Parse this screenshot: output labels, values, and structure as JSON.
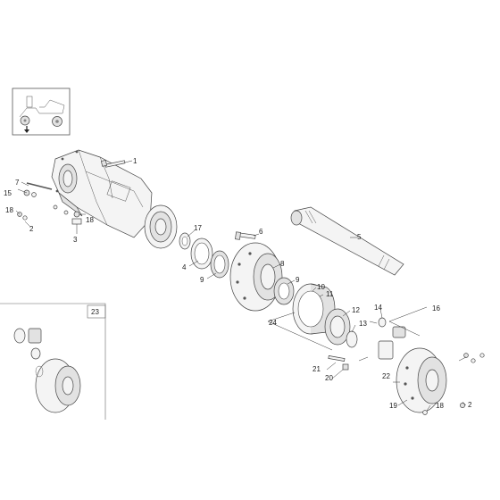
{
  "diagram": {
    "inset_label": "23",
    "callouts": [
      {
        "id": "c1",
        "text": "1"
      },
      {
        "id": "c2a",
        "text": "2"
      },
      {
        "id": "c2b",
        "text": "2"
      },
      {
        "id": "c3",
        "text": "3"
      },
      {
        "id": "c4",
        "text": "4"
      },
      {
        "id": "c5",
        "text": "5"
      },
      {
        "id": "c6",
        "text": "6"
      },
      {
        "id": "c7",
        "text": "7"
      },
      {
        "id": "c8",
        "text": "8"
      },
      {
        "id": "c9a",
        "text": "9"
      },
      {
        "id": "c9b",
        "text": "9"
      },
      {
        "id": "c10",
        "text": "10"
      },
      {
        "id": "c11",
        "text": "11"
      },
      {
        "id": "c12",
        "text": "12"
      },
      {
        "id": "c13",
        "text": "13"
      },
      {
        "id": "c14",
        "text": "14"
      },
      {
        "id": "c15",
        "text": "15"
      },
      {
        "id": "c16",
        "text": "16"
      },
      {
        "id": "c17",
        "text": "17"
      },
      {
        "id": "c18a",
        "text": "18"
      },
      {
        "id": "c18b",
        "text": "18"
      },
      {
        "id": "c18c",
        "text": "18"
      },
      {
        "id": "c19",
        "text": "19"
      },
      {
        "id": "c20",
        "text": "20"
      },
      {
        "id": "c21",
        "text": "21"
      },
      {
        "id": "c22",
        "text": "22"
      },
      {
        "id": "c24",
        "text": "24"
      }
    ]
  }
}
